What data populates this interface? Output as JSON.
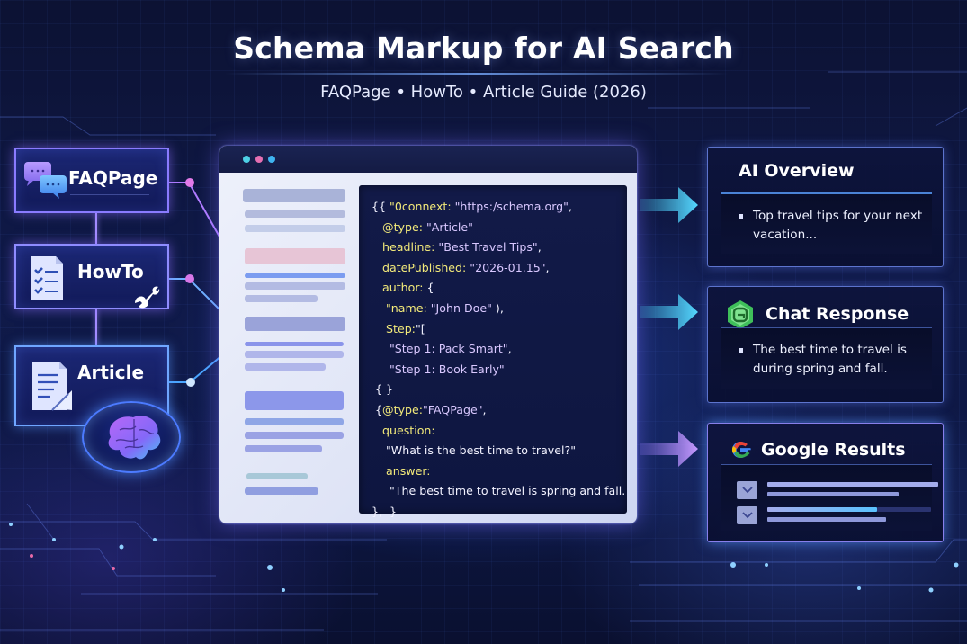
{
  "header": {
    "title": "Schema Markup for AI Search",
    "subtitle": "FAQPage • HowTo • Article Guide (2026)"
  },
  "schema_types": [
    {
      "label": "FAQPage",
      "icon": "chat-bubbles-icon"
    },
    {
      "label": "HowTo",
      "icon": "checklist-icon",
      "secondary_icon": "wrench-icon"
    },
    {
      "label": "Article",
      "icon": "document-pen-icon"
    }
  ],
  "ai_badge": {
    "icon": "brain-icon"
  },
  "browser": {
    "window_dots": [
      "#4ed0e6",
      "#e66fb2",
      "#3fb4f0"
    ],
    "code_lines": [
      {
        "text": "{{ \"0connext: \"https:/schema.org\","
      },
      {
        "text": "   @type: \"Article\""
      },
      {
        "text": "   headline: \"Best Travel Tips\","
      },
      {
        "text": "   datePublished: \"2026-01.15\","
      },
      {
        "text": "   author: {"
      },
      {
        "text": "    \"name: \"John Doe\" ),"
      },
      {
        "text": "    Step:\"["
      },
      {
        "text": "     \"Step 1: Pack Smart\","
      },
      {
        "text": "     \"Step 1: Book Early\""
      },
      {
        "text": " { }"
      },
      {
        "text": " {@type:\"FAQPage\","
      },
      {
        "text": "   question:"
      },
      {
        "text": "    \"What is the best time to travel?\""
      },
      {
        "text": "    answer:"
      },
      {
        "text": "     \"The best time to travel is spring and fall."
      },
      {
        "text": "},  }"
      }
    ]
  },
  "results": {
    "overview": {
      "title": "AI Overview",
      "text": "Top travel tips for your next vacation..."
    },
    "chat": {
      "title": "Chat Response",
      "icon": "chat-hex-icon",
      "text": "The best time to travel is during spring and fall."
    },
    "google": {
      "title": "Google Results",
      "icon": "google-g-icon"
    }
  },
  "colors": {
    "background": "#0e1642",
    "card_border": "#8a7bff",
    "code_key": "#f3ea7a",
    "code_string": "#d9c8ff",
    "arrow_cyan": "#46c8f0",
    "arrow_purple": "#b48cff",
    "chat_icon_green": "#3fbf5a"
  }
}
